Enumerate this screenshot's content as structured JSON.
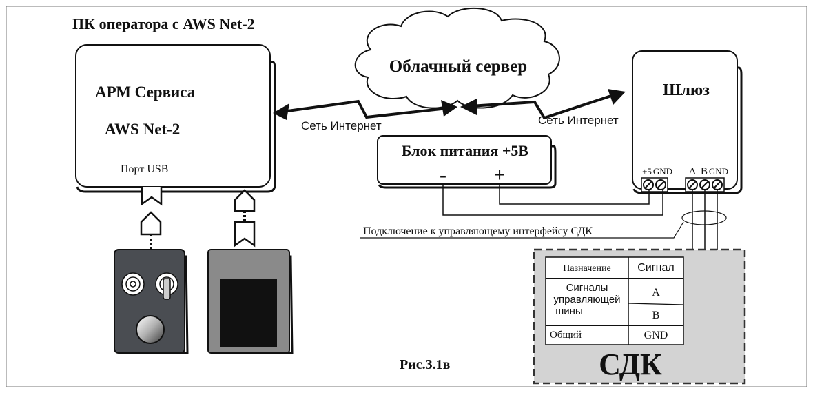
{
  "header": {
    "title": "ПК оператора с AWS Net-2"
  },
  "pc": {
    "app_line1": "АРМ Сервиса",
    "app_line2": "AWS Net-2",
    "usb_port": "Порт USB"
  },
  "cloud": {
    "label": "Облачный сервер"
  },
  "network": {
    "left_label": "Сеть Интернет",
    "right_label": "Сеть Интернет"
  },
  "gateway": {
    "label": "Шлюз",
    "terminals": {
      "plus5": "+5",
      "gnd1": "GND",
      "a": "A",
      "b": "B",
      "gnd2": "GND"
    }
  },
  "power_supply": {
    "label": "Блок питания +5В",
    "minus": "-",
    "plus": "+"
  },
  "connection": {
    "label": "Подключение к управляющему интерфейсу СДК"
  },
  "sdk": {
    "label": "СДК",
    "table": {
      "col1_header": "Назначение",
      "col2_header": "Сигнал",
      "row1_name_line1": "Сигналы",
      "row1_name_line2": "управляющей",
      "row1_name_line3": "шины",
      "signal_a": "A",
      "signal_b": "B",
      "row2_name": "Общий",
      "signal_gnd": "GND"
    }
  },
  "figure": {
    "caption": "Рис.3.1в"
  },
  "colors": {
    "ink": "#111111",
    "device_dark": "#4a4d52",
    "device_gray": "#8a8a8a",
    "sdk_fill": "#d3d3d3"
  }
}
